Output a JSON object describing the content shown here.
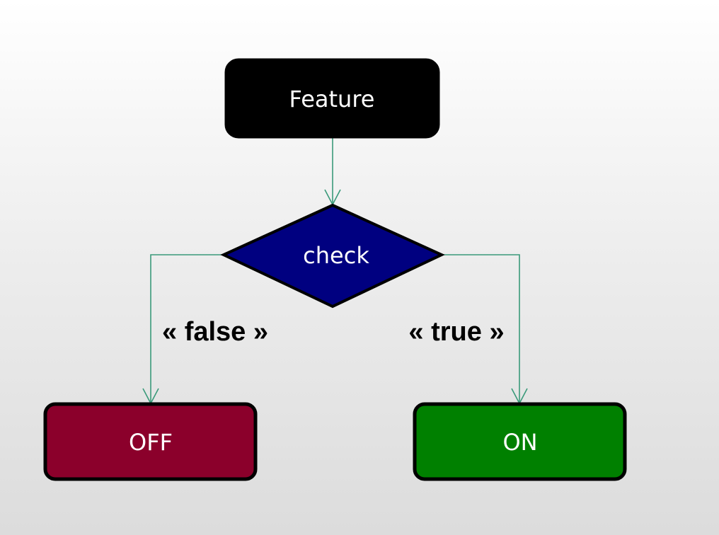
{
  "nodes": {
    "feature": {
      "label": "Feature",
      "color": "#000000"
    },
    "check": {
      "label": "check",
      "color": "#000080"
    },
    "off": {
      "label": "OFF",
      "color": "#8b002b"
    },
    "on": {
      "label": "ON",
      "color": "#008000"
    }
  },
  "edges": {
    "false_label": "« false »",
    "true_label": "« true »",
    "connector_color": "#3a9a7a"
  }
}
